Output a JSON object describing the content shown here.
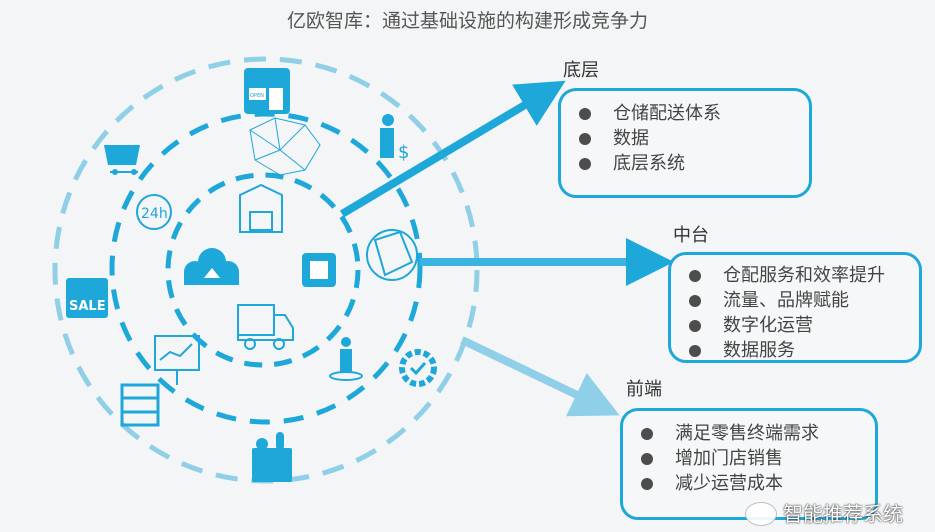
{
  "title": "亿欧智库：通过基础设施的构建形成竞争力",
  "sections": [
    {
      "label": "底层",
      "items": [
        "仓储配送体系",
        "数据",
        "底层系统"
      ]
    },
    {
      "label": "中台",
      "items": [
        "仓配服务和效率提升",
        "流量、品牌赋能",
        "数字化运营",
        "数据服务"
      ]
    },
    {
      "label": "前端",
      "items": [
        "满足零售终端需求",
        "增加门店销售",
        "减少运营成本"
      ]
    }
  ],
  "icons": {
    "sale": "SALE",
    "h24": "24h",
    "open": "OPEN"
  },
  "watermark": "智能推荐系统",
  "colors": {
    "accent": "#1ea7d9",
    "light": "#8fcfe8"
  }
}
